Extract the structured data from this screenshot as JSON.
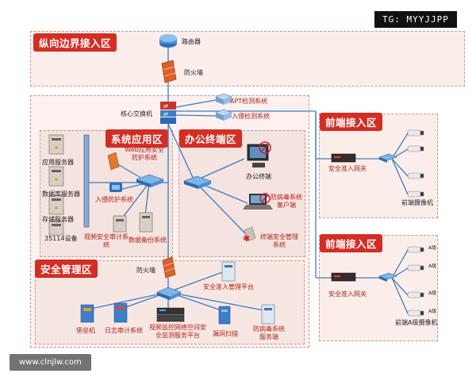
{
  "watermark_top": "TG: MYYJJPP",
  "watermark_bottom": "www.clnjlw.com",
  "zones": {
    "vertical_boundary": "纵向边界接入区",
    "system_app": "系统应用区",
    "office_terminal": "办公终端区",
    "security_mgmt": "安全管理区",
    "front_access_1": "前端接入区",
    "front_access_2": "前端接入区"
  },
  "nodes": {
    "router": "路由器",
    "firewall_top": "防火墙",
    "core_switch": "核心交换机",
    "apt": "APT检测系统",
    "ids": "入侵检测系统",
    "app_server": "应用服务器",
    "db_server": "数据库服务器",
    "storage_server": "存储服务器",
    "device_35114": "35114设备",
    "waf": "Web应用安全防护系统",
    "ips": "入侵防护系统",
    "video_audit": "视频安全审计系统",
    "db_backup": "数据备份系统",
    "office_terminal_node": "办公终端",
    "antivirus_client": "防病毒系统客户端",
    "terminal_security": "终端安全管理系统",
    "security_gateway_1": "安全准入网关",
    "front_camera_1": "前端摄像机",
    "security_gateway_2": "安全准入网关",
    "front_camera_2": "前端A级摄像机",
    "firewall_mid": "防火墙",
    "access_mgmt": "安全准入管理平台",
    "bastion": "堡垒机",
    "log_audit": "日志审计系统",
    "video_monitor": "视频监控网络空间安全监测服务平台",
    "vuln_scan": "漏洞扫描",
    "antivirus_server": "防病毒系统服务端",
    "camera_level": "A级"
  },
  "colors": {
    "zone_title": "#d42d24",
    "zone_fill": "#fbeeea",
    "zone_border": "#c9988f",
    "link": "#3a7dc4"
  }
}
